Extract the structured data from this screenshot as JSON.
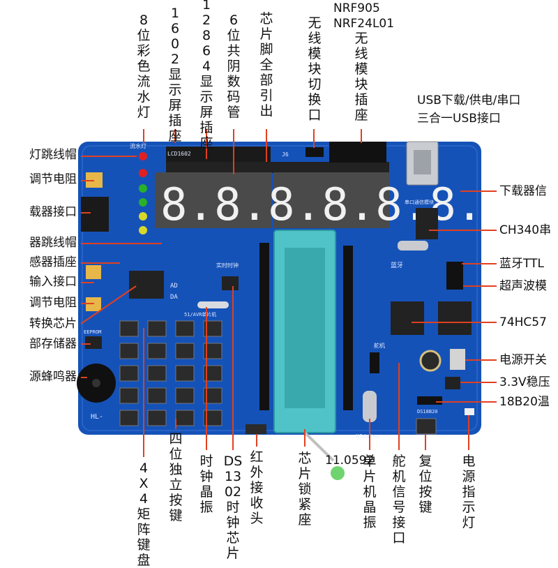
{
  "top_labels": [
    {
      "id": "led",
      "text": "8位彩色流水灯"
    },
    {
      "id": "lcd1602",
      "text": "1602显示屏插座"
    },
    {
      "id": "lcd12864",
      "text": "12864显示屏插座"
    },
    {
      "id": "seg",
      "text": "6位共阴数码管"
    },
    {
      "id": "pins",
      "text": "芯片脚全部引出"
    },
    {
      "id": "rfswitch",
      "text": "无线模块切换口"
    },
    {
      "id": "rfsocket",
      "text": "无线模块插座"
    }
  ],
  "nrf_lines": [
    "NRF905",
    "NRF24L01"
  ],
  "usb_lines": [
    "USB下载/供电/串口",
    "三合一USB接口"
  ],
  "left_labels": [
    "灯跳线帽",
    "调节电阻",
    "载器接口",
    "器跳线帽",
    "感器插座",
    "输入接口",
    "调节电阻",
    "转换芯片",
    "部存储器",
    "源蜂鸣器"
  ],
  "right_labels": [
    "下载器信",
    "CH340串",
    "蓝牙TTL",
    "超声波模",
    "74HC57",
    "电源开关",
    "3.3V稳压",
    "18B20温"
  ],
  "bottom_labels": [
    {
      "id": "matrix",
      "text": "4X4矩阵键盘"
    },
    {
      "id": "keys",
      "text": "四位独立按键"
    },
    {
      "id": "crystal1",
      "text": "时钟晶振"
    },
    {
      "id": "ds1302",
      "text": "DS1302时钟芯片"
    },
    {
      "id": "ir",
      "text": "红外接收头"
    },
    {
      "id": "zif",
      "text": "芯片锁紧座"
    },
    {
      "id": "servo",
      "text": "舵机信号接口"
    },
    {
      "id": "reset",
      "text": "复位按键"
    },
    {
      "id": "powerled",
      "text": "电源指示灯"
    }
  ],
  "freq_text": "11.0592",
  "mcu_crystal_text": "单片机晶振",
  "pcb": {
    "board_color": "#1552b8",
    "lcd1602_silk": "LCD1602",
    "j6_silk": "J6",
    "ad_silk": "AD",
    "da_silk": "DA",
    "rtc_silk": "实时时钟",
    "relay_silk": "51/AVR单片机",
    "uart_silk": "串口通信模块",
    "bt_silk": "蓝牙",
    "servo_silk": "舵机",
    "brand_silk": "HJduino",
    "eeprom_silk": "EEPROM",
    "hl_silk": "HL-",
    "led_silk": "流水灯",
    "ds18b20_silk": "DS18B20",
    "seven_seg_value": "8.8.8.8.8.8."
  }
}
